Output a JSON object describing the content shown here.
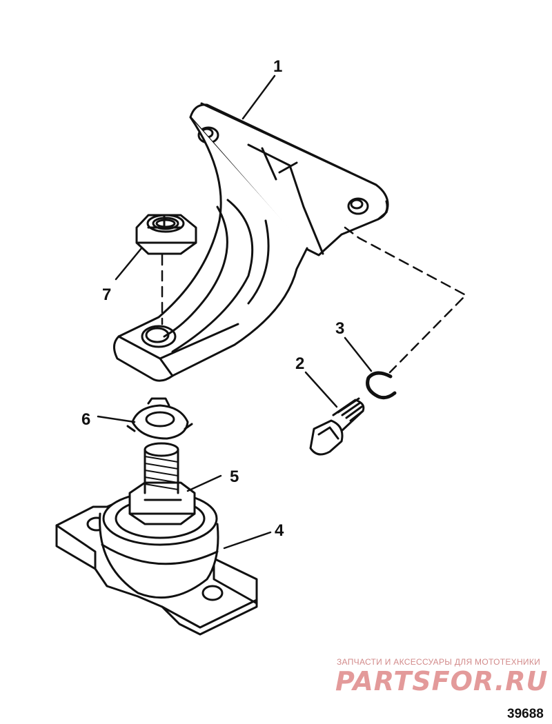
{
  "callouts": {
    "c1": "1",
    "c2": "2",
    "c3": "3",
    "c4": "4",
    "c5": "5",
    "c6": "6",
    "c7": "7"
  },
  "watermark": {
    "top_text": "ЗАПЧАСТИ И АКСЕССУАРЫ ДЛЯ МОТОТЕХНИКИ",
    "logo_text": "PARTSFOR.RU"
  },
  "figure_number": "39688"
}
